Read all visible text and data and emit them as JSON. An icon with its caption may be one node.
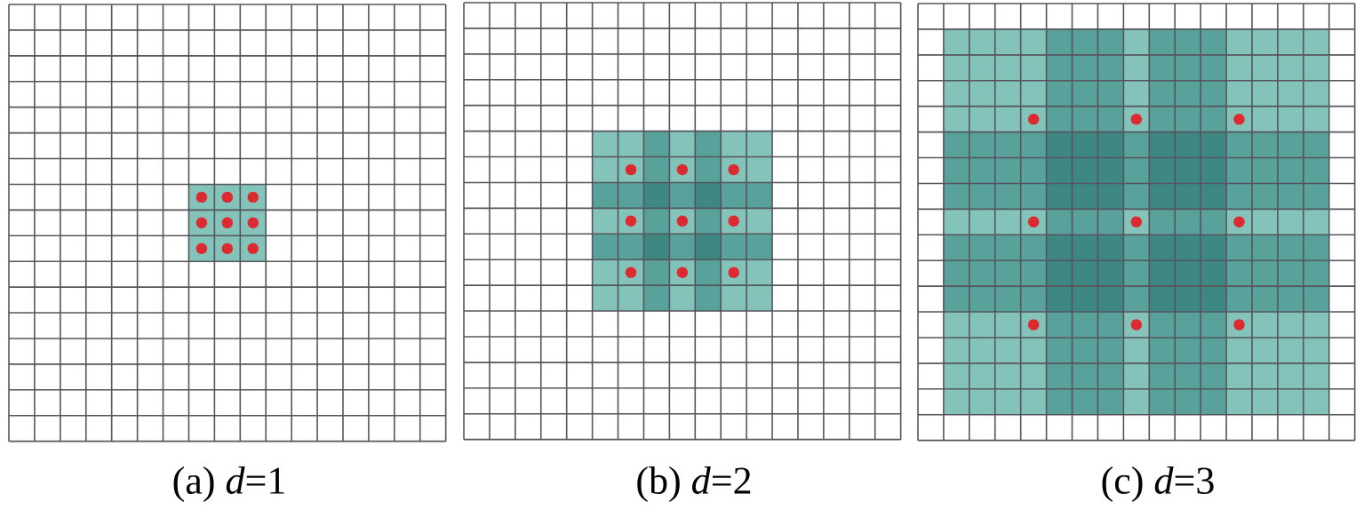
{
  "diagram": {
    "labels": [
      "(a) *d*=1",
      "(b) *d*=2",
      "(c) *d*=3"
    ]
  }
}
